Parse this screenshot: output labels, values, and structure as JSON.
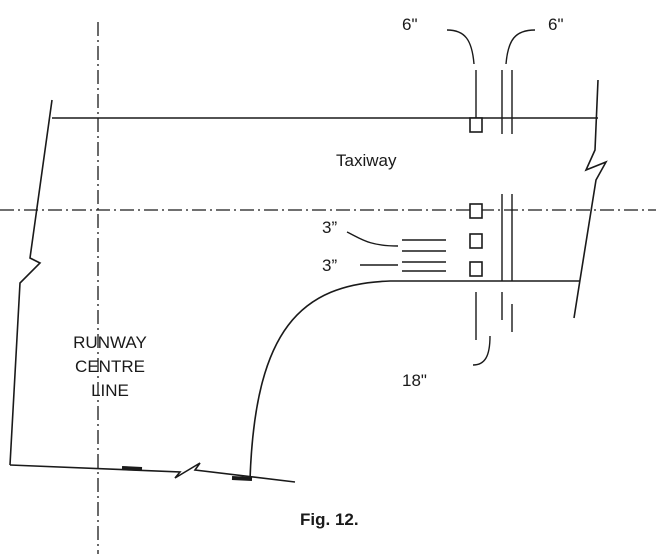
{
  "labels": {
    "taxiway": "Taxiway",
    "runway_centre_line": [
      "RUNWAY",
      "CENTRE",
      "LINE"
    ],
    "caption": "Fig. 12."
  },
  "dimensions": {
    "top_left": "6\"",
    "top_right": "6\"",
    "mid_upper": "3”",
    "mid_lower": "3”",
    "bottom": "18\""
  }
}
